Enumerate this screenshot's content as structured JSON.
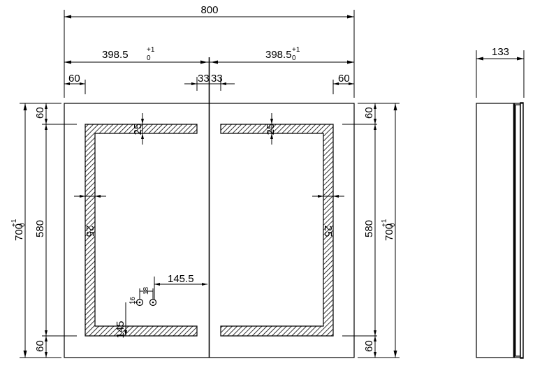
{
  "dimensions": {
    "overall_width": "800",
    "left_door_width": "398.5",
    "right_door_width": "398.5",
    "door_width_tol_upper": "+1",
    "door_width_tol_lower": "0",
    "left_inset": "60",
    "right_inset": "60",
    "center_gap_left": "33",
    "center_gap_right": "33",
    "top_inset": "60",
    "bottom_inset": "60",
    "light_height": "580",
    "overall_height": "700",
    "height_tol_upper": "+1",
    "height_tol_lower": "0",
    "strip_width_top_left": "25",
    "strip_width_top_right": "25",
    "strip_width_side_left": "25",
    "strip_width_side_right": "25",
    "switch_offset_x": "145.5",
    "switch_offset_y": "145",
    "switch_spacing_a": "16",
    "switch_spacing_b": "18",
    "depth": "133"
  }
}
